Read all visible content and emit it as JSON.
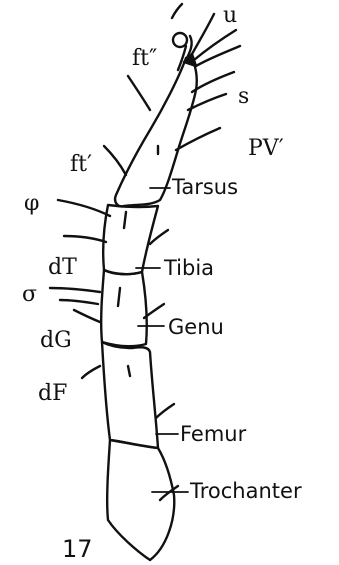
{
  "figure": {
    "number": "17",
    "ink_color": "#111111",
    "background": "#ffffff"
  },
  "segment_labels": {
    "tarsus": "Tarsus",
    "tibia": "Tibia",
    "genu": "Genu",
    "femur": "Femur",
    "trochanter": "Trochanter"
  },
  "setae_labels": {
    "u": "u",
    "s": "s",
    "pv_prime": "PV′",
    "ft_double_prime": "ft″",
    "ft_prime": "ft′",
    "phi": "φ",
    "dT": "dT",
    "sigma": "σ",
    "dG": "dG",
    "dF": "dF"
  }
}
